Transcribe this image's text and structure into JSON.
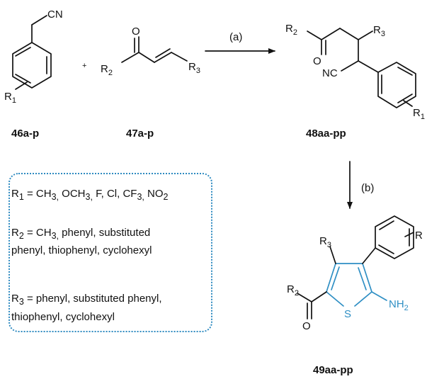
{
  "compounds": {
    "c46": "46a-p",
    "c47": "47a-p",
    "c48": "48aa-pp",
    "c49": "49aa-pp"
  },
  "conditions": {
    "a": "(a)",
    "b": "(b)"
  },
  "plus": "+",
  "atoms": {
    "CN": "CN",
    "NC": "NC",
    "O": "O",
    "S": "S",
    "R": "R",
    "NH": "NH",
    "sub1": "1",
    "sub2": "2",
    "sub3": "3"
  },
  "legend": {
    "r1_prefix": "R",
    "r1_sub": "1",
    "r1_text": " = CH",
    "r1_s3": "3,",
    "r1_text2": " OCH",
    "r1_s3b": "3,",
    "r1_text3": " F, Cl, CF",
    "r1_s3c": "3,",
    "r1_text4": " NO",
    "r1_s2": "2",
    "r2_prefix": "R",
    "r2_sub": "2",
    "r2_text": " = CH",
    "r2_s3": "3,",
    "r2_text2": " phenyl, substituted",
    "r2_line2": "phenyl, thiophenyl, cyclohexyl",
    "r3_prefix": "R",
    "r3_sub": "3",
    "r3_text": " = phenyl, substituted phenyl,",
    "r3_line2": "thiophenyl, cyclohexyl"
  },
  "colors": {
    "thiophene_ring": "#2f8fc4",
    "legend_border": "#2e8ac0"
  }
}
